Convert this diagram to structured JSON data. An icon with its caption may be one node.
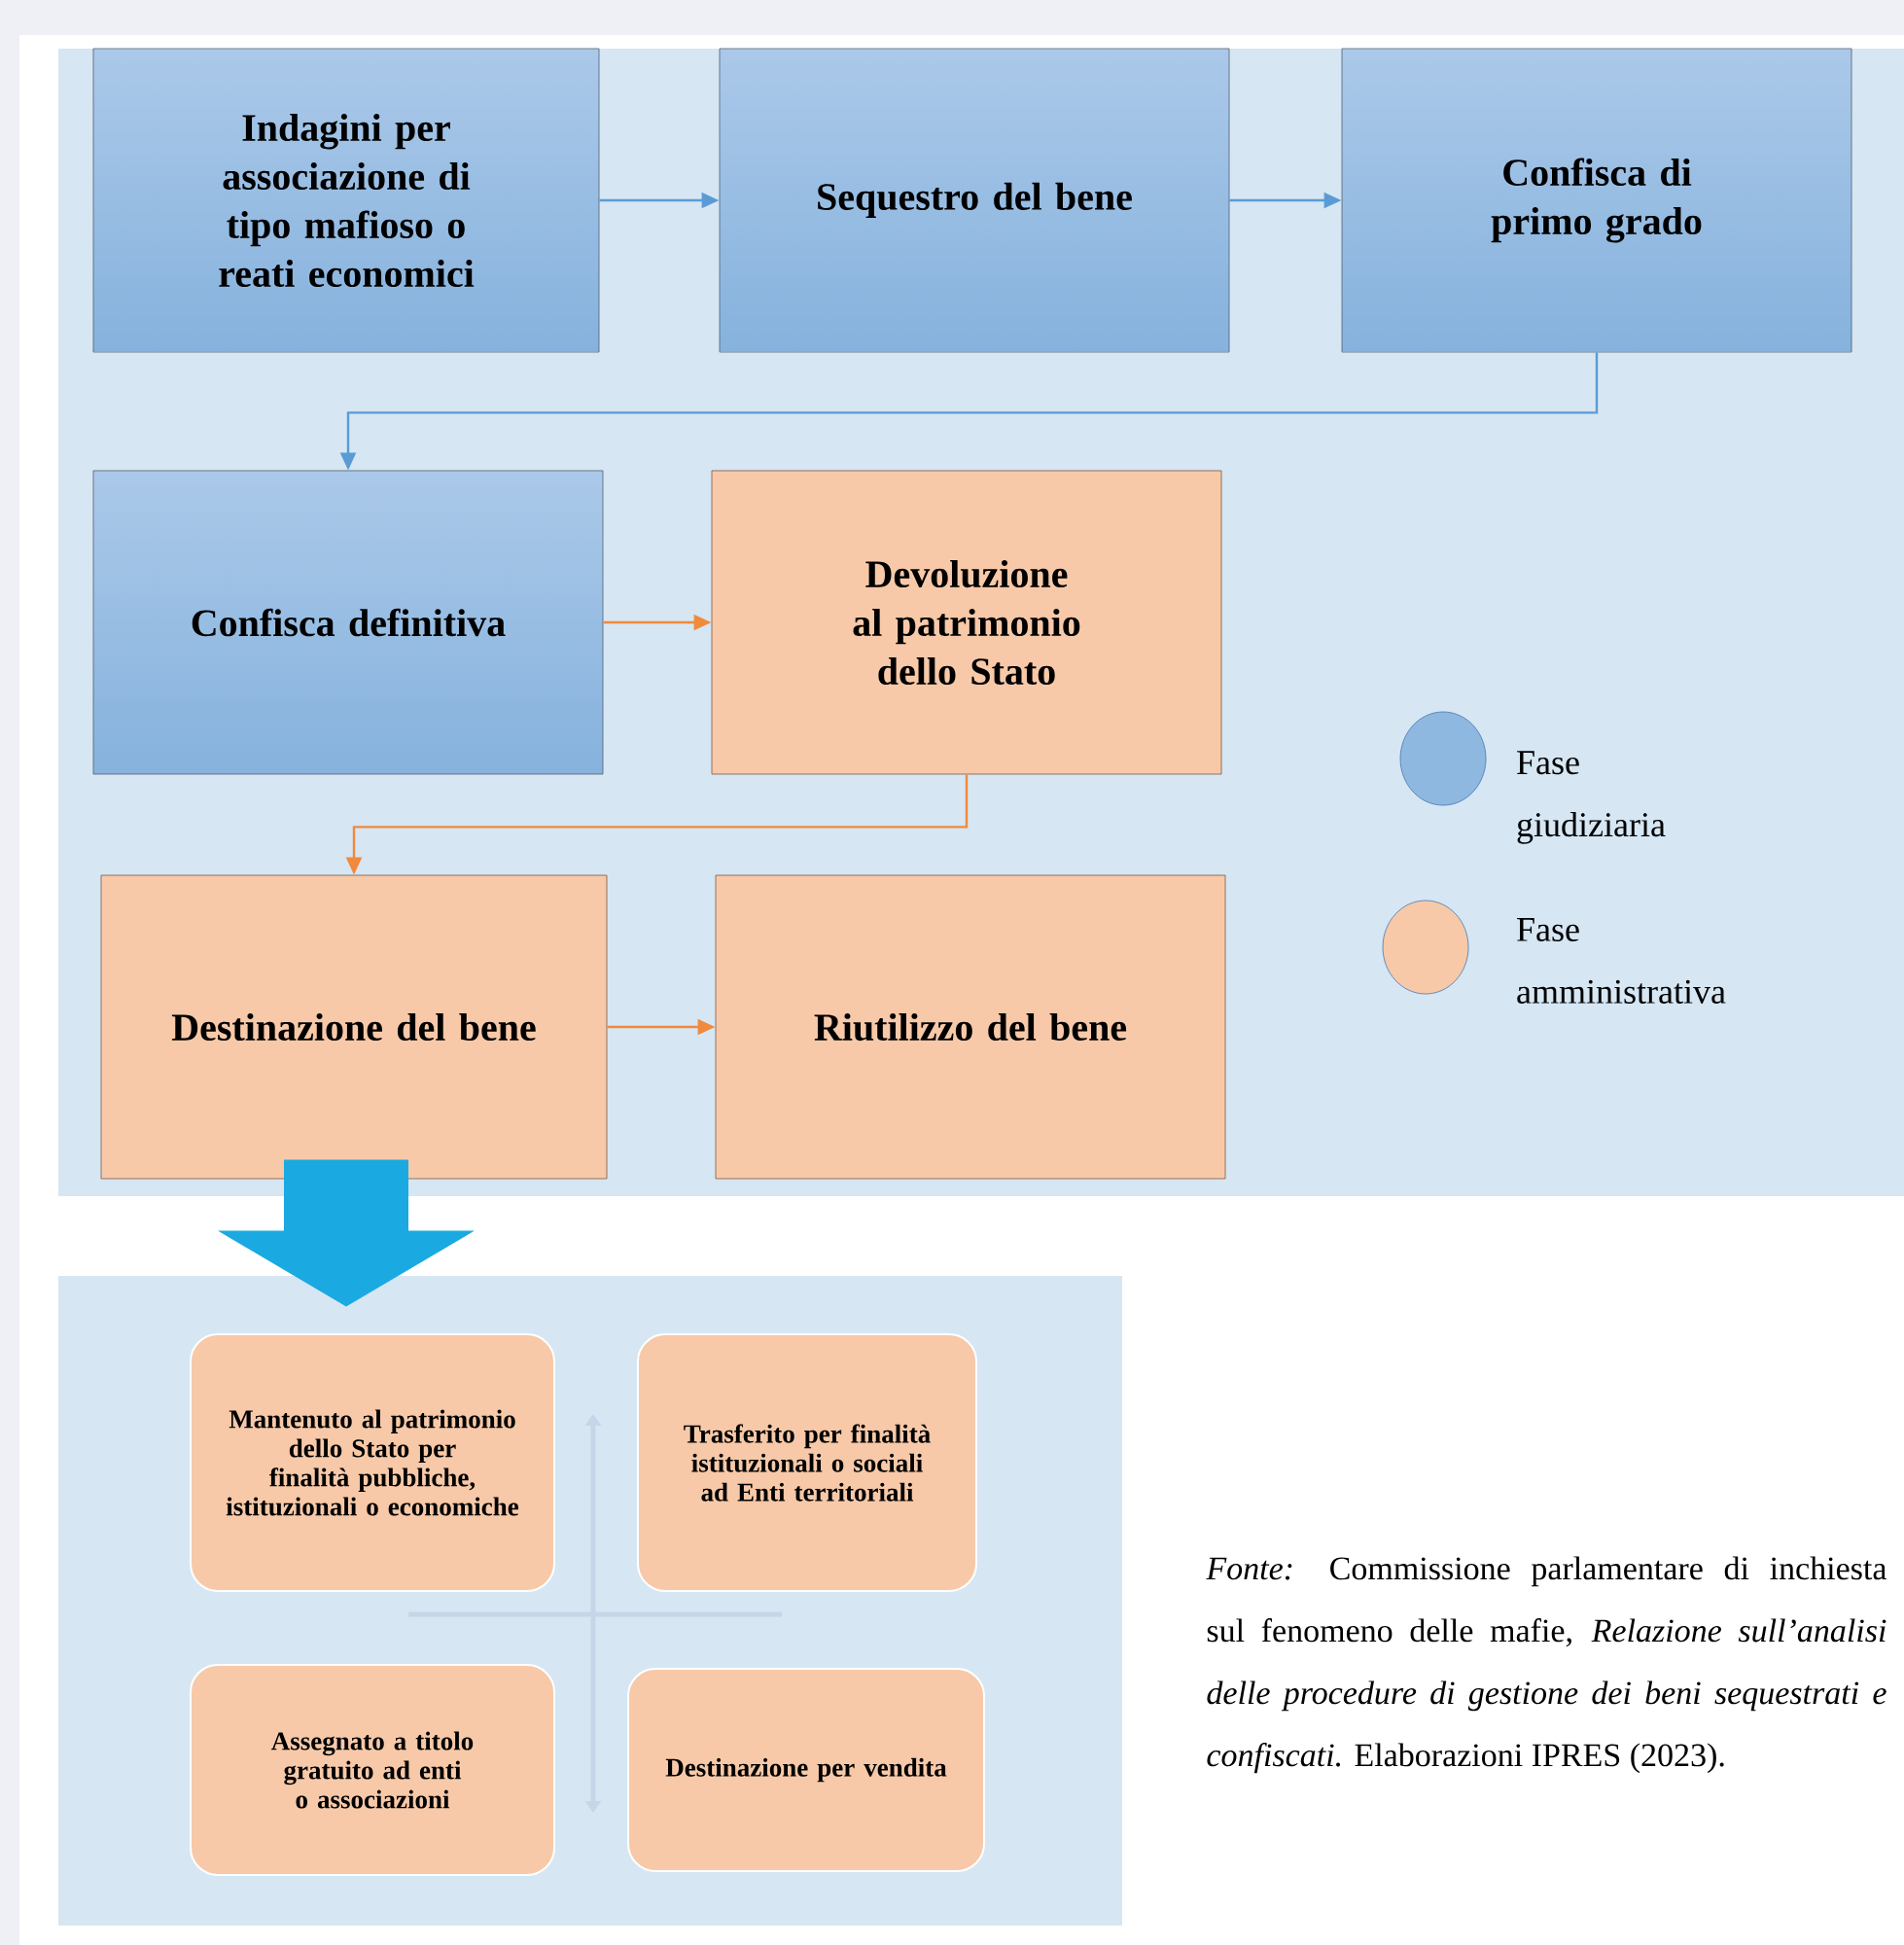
{
  "diagram": {
    "caption": "*Fonte:* Commissione parlamentare di inchiesta sul fenomeno delle mafie, *Relazione sull’analisi delle procedure di gestione dei beni sequestrati e confiscati.* Elaborazioni IPRES (2023).",
    "nodes": [
      {
        "text": [
          "Indagini per associazione di tipo mafioso o reati economici"
        ]
      },
      {
        "text": [
          "Sequestro del bene"
        ]
      },
      {
        "text": [
          "Confisca di primo grado"
        ]
      },
      {
        "text": [
          "Confisca definitiva"
        ]
      },
      {
        "text": [
          "Devoluzione al patrimonio dello Stato"
        ]
      },
      {
        "text": [
          "Destinazione del bene"
        ]
      },
      {
        "text": [
          "Riutilizzo del bene"
        ]
      },
      {
        "text": [],
        "shape": "box"
      },
      {
        "text": [
          "Mantenuto al patrimonio dello Stato per finalità pubbliche, istituzionali o economiche"
        ],
        "in": 7
      },
      {
        "text": [
          "Trasferito per finalità istituzionali o sociali ad Enti territoriali"
        ],
        "in": 7
      },
      {
        "text": [
          "Assegnato a titolo gratuito ad enti o associazioni"
        ],
        "in": 7
      },
      {
        "text": [
          "Destinazione per vendita"
        ],
        "in": 7
      }
    ],
    "edges": [
      {
        "from": 0,
        "to": 1,
        "arrow": "to",
        "color": "#5b9bd5"
      },
      {
        "from": 1,
        "to": 2,
        "arrow": "to",
        "color": "#5b9bd5"
      },
      {
        "from": 2,
        "to": 3,
        "arrow": "to",
        "color": "#5b9bd5"
      },
      {
        "from": 3,
        "to": 4,
        "arrow": "to",
        "color": "#f08a3c"
      },
      {
        "from": 4,
        "to": 5,
        "arrow": "to",
        "color": "#f08a3c"
      },
      {
        "from": 5,
        "to": 6,
        "arrow": "to",
        "color": "#f08a3c"
      },
      {
        "from": 5,
        "to": 7,
        "arrow": "to",
        "style": "thick",
        "color": "#1ba9e1"
      }
    ],
    "legend": [
      {
        "text": "Fase giudiziaria",
        "color": "#8fb8e0"
      },
      {
        "text": "Fase amministrativa",
        "color": "#f7c9a8"
      }
    ]
  }
}
